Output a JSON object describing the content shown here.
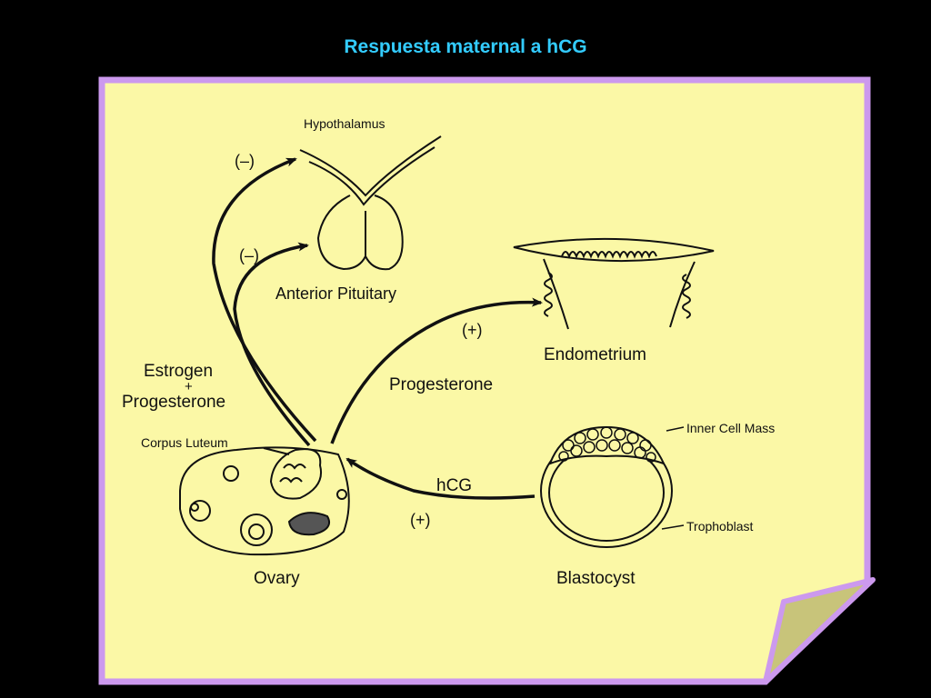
{
  "slide": {
    "title": "Respuesta maternal a hCG"
  },
  "diagram": {
    "labels": {
      "hypothalamus": "Hypothalamus",
      "anterior_pituitary": "Anterior Pituitary",
      "endometrium": "Endometrium",
      "estrogen": "Estrogen",
      "plus": "+",
      "progesterone_left": "Progesterone",
      "progesterone_mid": "Progesterone",
      "corpus_luteum": "Corpus Luteum",
      "ovary": "Ovary",
      "hcg": "hCG",
      "inner_cell_mass": "Inner Cell Mass",
      "trophoblast": "Trophoblast",
      "blastocyst": "Blastocyst",
      "neg_top": "(–)",
      "neg_mid": "(–)",
      "pos_endometrium": "(+)",
      "pos_hcg": "(+)"
    },
    "colors": {
      "panel_fill": "#fbf8a6",
      "panel_border": "#cc99ee",
      "curl_fill": "#c8c47a",
      "title": "#33ccff",
      "ink": "#111111"
    }
  }
}
